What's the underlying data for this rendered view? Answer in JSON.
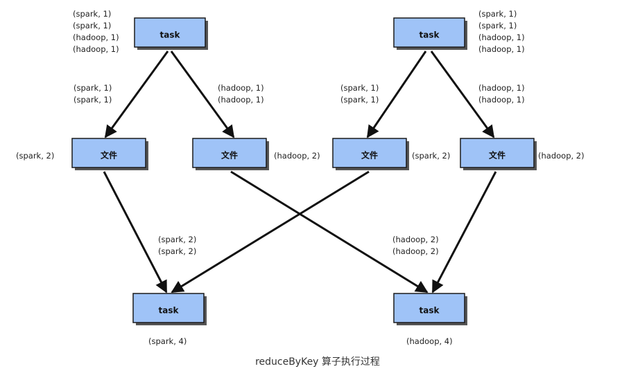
{
  "diagram": {
    "caption": "reduceByKey 算子执行过程",
    "colors": {
      "box_fill": "#9fc3f7",
      "box_stroke": "#1a1a1a",
      "shadow": "#555555",
      "edge": "#111111"
    },
    "nodes": {
      "map_task_1": "task",
      "map_task_2": "task",
      "file_1": "文件",
      "file_2": "文件",
      "file_3": "文件",
      "file_4": "文件",
      "reduce_task_1": "task",
      "reduce_task_2": "task"
    },
    "input_records": {
      "map_task_1": [
        "(spark, 1)",
        "(spark, 1)",
        "(hadoop, 1)",
        "(hadoop, 1)"
      ],
      "map_task_2": [
        "(spark, 1)",
        "(spark, 1)",
        "(hadoop, 1)",
        "(hadoop, 1)"
      ]
    },
    "shuffle_write_records": {
      "to_file_1": [
        "(spark, 1)",
        "(spark, 1)"
      ],
      "to_file_2": [
        "(hadoop, 1)",
        "(hadoop, 1)"
      ],
      "to_file_3": [
        "(spark, 1)",
        "(spark, 1)"
      ],
      "to_file_4": [
        "(hadoop, 1)",
        "(hadoop, 1)"
      ]
    },
    "file_results": {
      "file_1": "(spark, 2)",
      "file_2": "(hadoop, 2)",
      "file_3": "(spark, 2)",
      "file_4": "(hadoop, 2)"
    },
    "shuffle_read_records": {
      "to_reduce_1": [
        "(spark, 2)",
        "(spark, 2)"
      ],
      "to_reduce_2": [
        "(hadoop, 2)",
        "(hadoop, 2)"
      ]
    },
    "final_results": {
      "reduce_task_1": "(spark, 4)",
      "reduce_task_2": "(hadoop, 4)"
    },
    "edges": [
      {
        "from": "map_task_1",
        "to": "file_1"
      },
      {
        "from": "map_task_1",
        "to": "file_2"
      },
      {
        "from": "map_task_2",
        "to": "file_3"
      },
      {
        "from": "map_task_2",
        "to": "file_4"
      },
      {
        "from": "file_1",
        "to": "reduce_task_1"
      },
      {
        "from": "file_3",
        "to": "reduce_task_1"
      },
      {
        "from": "file_2",
        "to": "reduce_task_2"
      },
      {
        "from": "file_4",
        "to": "reduce_task_2"
      }
    ]
  }
}
